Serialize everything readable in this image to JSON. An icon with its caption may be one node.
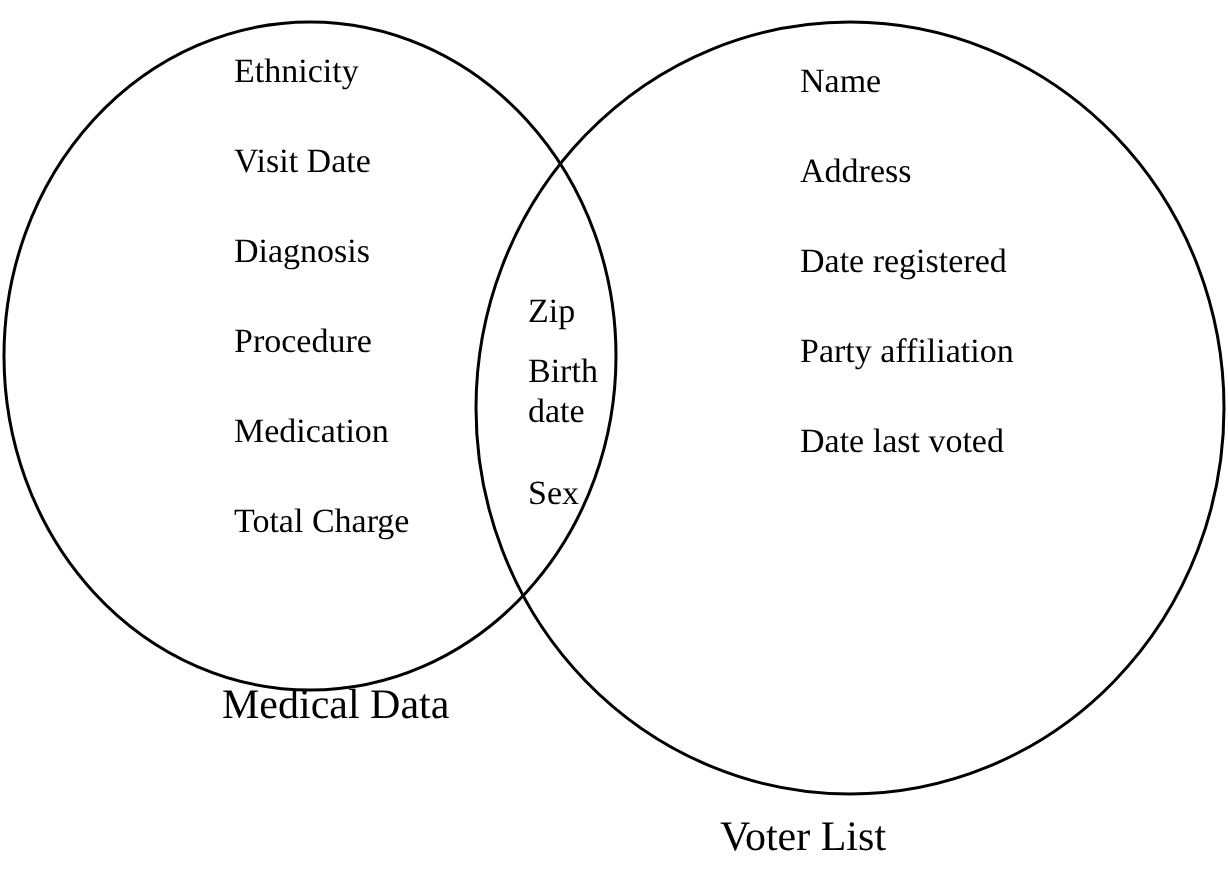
{
  "diagram": {
    "nodes": [
      {
        "text": [
          "Medical Data"
        ]
      },
      {
        "text": [
          "Voter List"
        ]
      }
    ],
    "labels": [
      "Ethnicity",
      "Visit Date",
      "Diagnosis",
      "Procedure",
      "Medication",
      "Total Charge",
      "Zip",
      "Birth date",
      "Sex",
      "Name",
      "Address",
      "Date registered",
      "Party affiliation",
      "Date last voted"
    ]
  }
}
